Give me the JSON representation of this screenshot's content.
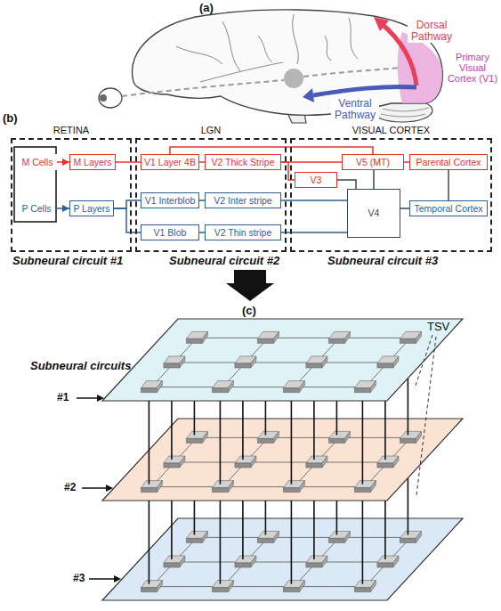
{
  "diagram": {
    "nodes": [
      {
        "text": [
          "RETINA"
        ]
      },
      {
        "text": [
          "M Cells"
        ],
        "in": 0
      },
      {
        "text": [
          "P Cells"
        ],
        "in": 0
      },
      {
        "text": [
          "M Layers"
        ],
        "in": 0
      },
      {
        "text": [
          "P Layers"
        ],
        "in": 0
      },
      {
        "text": [
          "LGN"
        ]
      },
      {
        "text": [
          "V1 Layer 4B"
        ],
        "in": 5
      },
      {
        "text": [
          "V2 Thick Stripe"
        ],
        "in": 5
      },
      {
        "text": [
          "V1 Interblob"
        ],
        "in": 5
      },
      {
        "text": [
          "V2 Inter stripe"
        ],
        "in": 5
      },
      {
        "text": [
          "V1 Blob"
        ],
        "in": 5
      },
      {
        "text": [
          "V2 Thin stripe"
        ],
        "in": 5
      },
      {
        "text": [
          "VISUAL CORTEX"
        ]
      },
      {
        "text": [
          "V5 (MT)"
        ],
        "in": 12
      },
      {
        "text": [
          "Parental Cortex"
        ],
        "in": 12
      },
      {
        "text": [
          "V3"
        ],
        "in": 12
      },
      {
        "text": [
          "V4"
        ],
        "in": 12
      },
      {
        "text": [
          "Temporal Cortex"
        ],
        "in": 12
      }
    ],
    "edges": [
      {
        "from": 1,
        "to": 3,
        "arrow": "to"
      },
      {
        "from": 2,
        "to": 4,
        "arrow": "to"
      },
      {
        "from": 3,
        "to": 6,
        "arrow": "none"
      },
      {
        "from": 6,
        "to": 7,
        "arrow": "none"
      },
      {
        "from": 6,
        "to": 13,
        "arrow": "none"
      },
      {
        "from": 7,
        "to": 13,
        "arrow": "none"
      },
      {
        "from": 7,
        "to": 15,
        "arrow": "none"
      },
      {
        "from": 13,
        "to": 14,
        "arrow": "none"
      },
      {
        "from": 15,
        "to": 16,
        "arrow": "none"
      },
      {
        "from": 13,
        "to": 16,
        "arrow": "none"
      },
      {
        "from": 14,
        "to": 17,
        "arrow": "none"
      },
      {
        "from": 16,
        "to": 17,
        "arrow": "none"
      },
      {
        "from": 4,
        "to": 8,
        "arrow": "none"
      },
      {
        "from": 4,
        "to": 10,
        "arrow": "none"
      },
      {
        "from": 8,
        "to": 9,
        "arrow": "none"
      },
      {
        "from": 10,
        "to": 11,
        "arrow": "none"
      },
      {
        "from": 9,
        "to": 16,
        "arrow": "none"
      },
      {
        "from": 11,
        "to": 16,
        "arrow": "none"
      }
    ],
    "labels": [
      "(a)",
      "Dorsal Pathway",
      "Primary Visual Cortex (V1)",
      "Ventral Pathway",
      "(b)",
      "Subneural circuit #1",
      "Subneural circuit #2",
      "Subneural circuit #3",
      "(c)",
      "TSV",
      "Subneural circuits",
      "#1",
      "#2",
      "#3"
    ]
  }
}
